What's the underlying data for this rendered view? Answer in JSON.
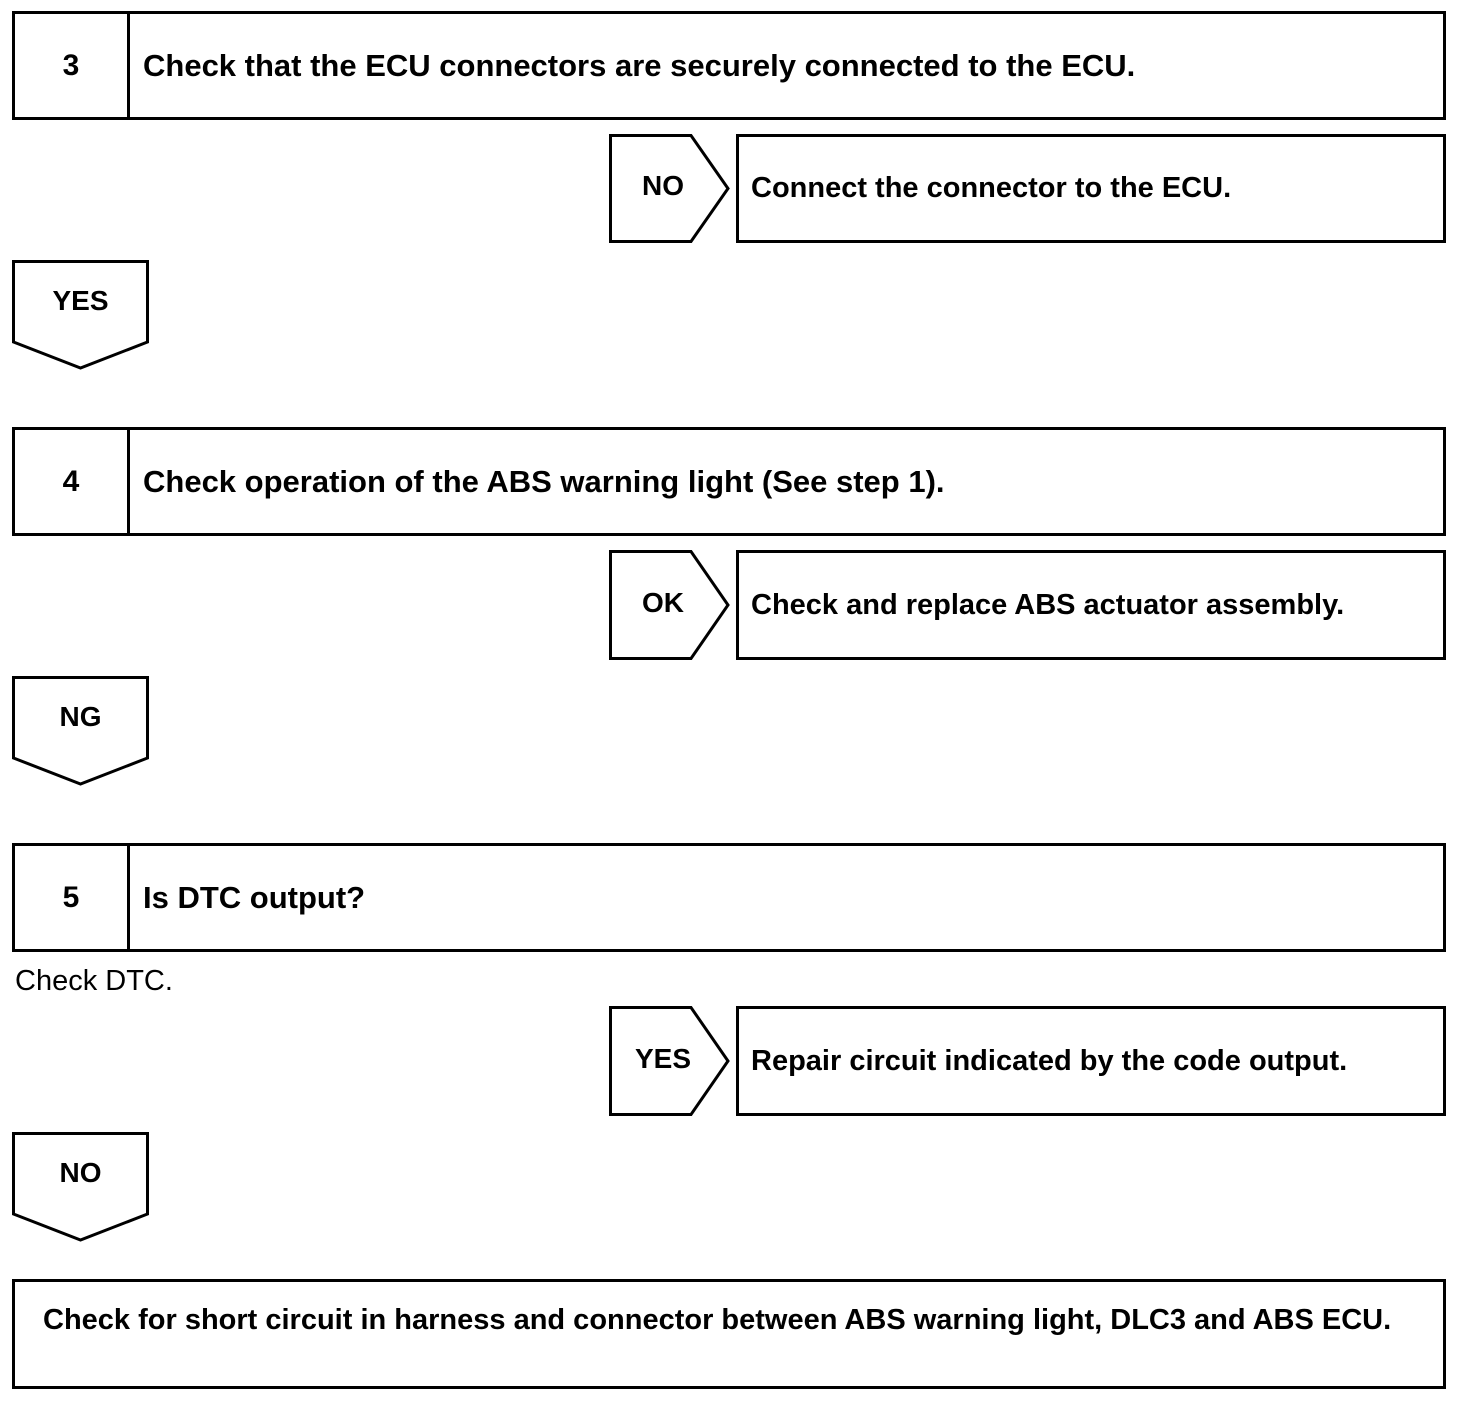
{
  "steps": [
    {
      "number": "3",
      "text": "Check that the ECU connectors are securely connected to the ECU."
    },
    {
      "number": "4",
      "text": "Check operation of the ABS warning light (See step 1)."
    },
    {
      "number": "5",
      "text": "Is DTC output?"
    }
  ],
  "branches": [
    {
      "label": "NO",
      "action": "Connect the connector to the ECU."
    },
    {
      "label": "OK",
      "action": "Check and replace ABS actuator assembly."
    },
    {
      "label": "YES",
      "action": "Repair circuit indicated by the code output."
    }
  ],
  "continue_labels": [
    "YES",
    "NG",
    "NO"
  ],
  "notes": {
    "step5": "Check DTC."
  },
  "final": {
    "text": "Check for short circuit in harness and connector between ABS warning light, DLC3 and ABS ECU."
  }
}
